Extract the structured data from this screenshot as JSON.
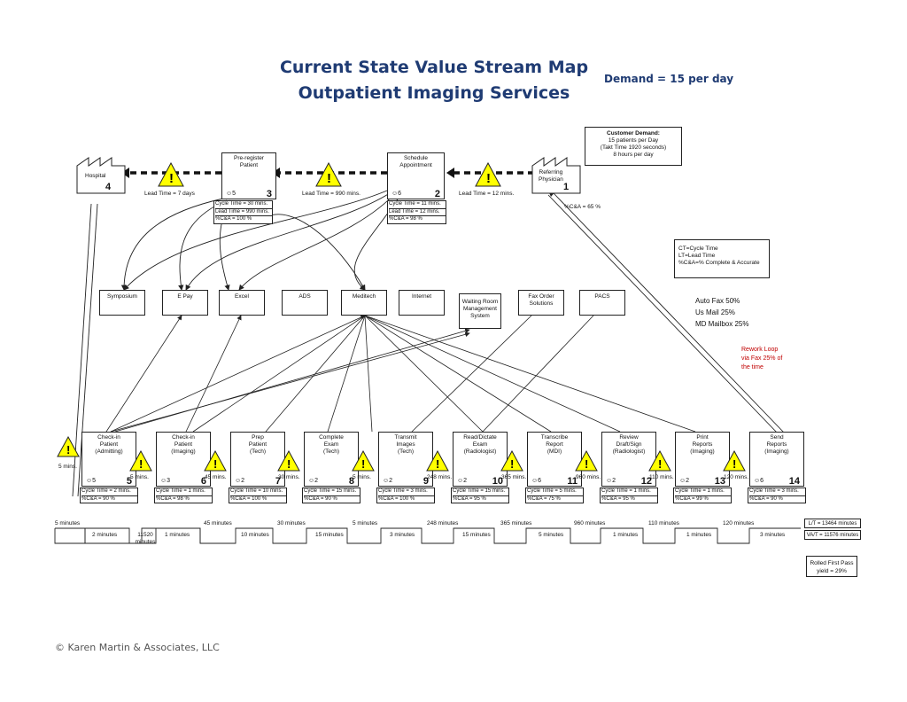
{
  "title": {
    "line1": "Current State Value Stream Map",
    "line2": "Outpatient Imaging Services"
  },
  "demand": "Demand = 15 per day",
  "customer_demand": {
    "heading": "Customer Demand:",
    "line1": "15 patients per Day",
    "line2": "(Takt Time 1920 seconds)",
    "line3": "8 hours per day"
  },
  "legend": {
    "ct": "CT=Cycle Time",
    "lt": "LT=Lead Time",
    "ca": "%C&A=% Complete & Accurate"
  },
  "fax_info": {
    "auto": "Auto Fax 50%",
    "mail": "Us Mail 25%",
    "md": "MD Mailbox 25%"
  },
  "rework": {
    "line1": "Rework Loop",
    "line2": "via Fax 25% of",
    "line3": "the time"
  },
  "hospital": {
    "label": "Hospital",
    "num": "4"
  },
  "physician": {
    "label1": "Referring",
    "label2": "Physician",
    "num": "1"
  },
  "physician_ca": "%C&A = 65 %",
  "top_processes": [
    {
      "title1": "Pre-register",
      "title2": "Patient",
      "ops": "5",
      "num": "3",
      "ct": "Cycle Time = 30 mins.",
      "lt": "Lead Time = 990 mins.",
      "ca": "%C&A = 100 %"
    },
    {
      "title1": "Schedule",
      "title2": "Appointment",
      "ops": "6",
      "num": "2",
      "ct": "Cycle Time = 11 mins.",
      "lt": "Lead Time = 12 mins.",
      "ca": "%C&A = 98 %"
    }
  ],
  "lead_times": {
    "hospital": "Lead Time = 7 days",
    "preregister": "Lead Time = 990 mins.",
    "schedule": "Lead Time = 12 mins."
  },
  "systems": [
    "Symposium",
    "E Pay",
    "Excel",
    "ADS",
    "Meditech",
    "Internet",
    "Waiting Room Management System",
    "Fax Order Solutions",
    "PACS"
  ],
  "processes": [
    {
      "t1": "Check-in",
      "t2": "Patient",
      "t3": "(Admitting)",
      "ops": "5",
      "num": "5",
      "ct": "Cycle Time = 2 mins.",
      "ca": "%C&A = 90 %"
    },
    {
      "t1": "Check-in",
      "t2": "Patient",
      "t3": "(Imaging)",
      "ops": "3",
      "num": "6",
      "ct": "Cycle Time = 1 mins.",
      "ca": "%C&A = 98 %"
    },
    {
      "t1": "Prep",
      "t2": "Patient",
      "t3": "(Tech)",
      "ops": "2",
      "num": "7",
      "ct": "Cycle Time = 10 mins.",
      "ca": "%C&A = 100 %"
    },
    {
      "t1": "Complete",
      "t2": "Exam",
      "t3": "(Tech)",
      "ops": "2",
      "num": "8",
      "ct": "Cycle Time = 15 mins.",
      "ca": "%C&A = 90 %"
    },
    {
      "t1": "Transmit",
      "t2": "Images",
      "t3": "(Tech)",
      "ops": "2",
      "num": "9",
      "ct": "Cycle Time = 3 mins.",
      "ca": "%C&A = 100 %"
    },
    {
      "t1": "Read/Dictate",
      "t2": "Exam",
      "t3": "(Radiologist)",
      "ops": "2",
      "num": "10",
      "ct": "Cycle Time = 15 mins.",
      "ca": "%C&A = 95 %"
    },
    {
      "t1": "Transcribe",
      "t2": "Report",
      "t3": "(MDI)",
      "ops": "6",
      "num": "11",
      "ct": "Cycle Time = 5 mins.",
      "ca": "%C&A = 75 %"
    },
    {
      "t1": "Review",
      "t2": "Draft/Sign",
      "t3": "(Radiologist)",
      "ops": "2",
      "num": "12",
      "ct": "Cycle Time = 1 mins.",
      "ca": "%C&A = 95 %"
    },
    {
      "t1": "Print",
      "t2": "Reports",
      "t3": "(Imaging)",
      "ops": "2",
      "num": "13",
      "ct": "Cycle Time = 1 mins.",
      "ca": "%C&A = 99 %"
    },
    {
      "t1": "Send",
      "t2": "Reports",
      "t3": "(Imaging)",
      "ops": "6",
      "num": "14",
      "ct": "Cycle Time = 3 mins.",
      "ca": "%C&A = 90 %"
    }
  ],
  "waits": [
    "5 mins.",
    "5 mins.",
    "45 mins.",
    "30 mins.",
    "5 mins.",
    "248 mins.",
    "365 mins.",
    "960 mins.",
    "110 mins.",
    "120 mins."
  ],
  "timeline": {
    "waits": [
      "5 minutes",
      "45 minutes",
      "30 minutes",
      "5 minutes",
      "248 minutes",
      "365 minutes",
      "960 minutes",
      "110 minutes",
      "120 minutes"
    ],
    "cycles": [
      "2 minutes",
      "11520 minutes",
      "1 minutes",
      "10 minutes",
      "15 minutes",
      "3 minutes",
      "15 minutes",
      "5 minutes",
      "1 minutes",
      "1 minutes",
      "3 minutes"
    ],
    "lt": "L/T = 13464 minutes",
    "vat": "VA/T = 11576 minutes"
  },
  "rolled": {
    "line1": "Rolled First Pass",
    "line2": "yield = 29%"
  },
  "copyright": "© Karen Martin & Associates, LLC"
}
